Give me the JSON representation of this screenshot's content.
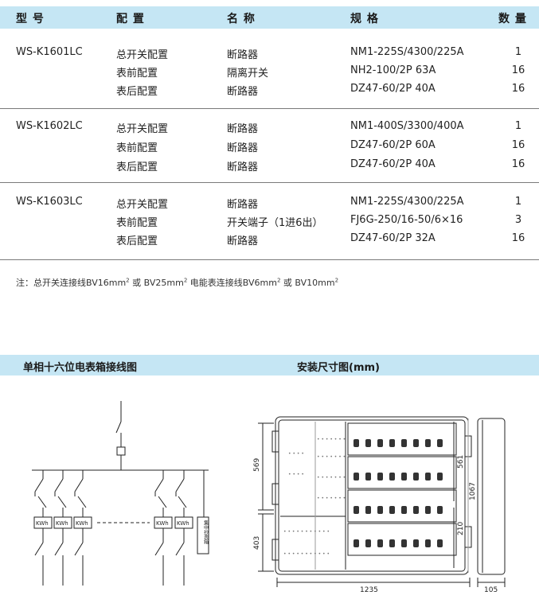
{
  "header": {
    "model": "型 号",
    "config": "配 置",
    "name": "名 称",
    "spec": "规 格",
    "qty": "数 量"
  },
  "groups": [
    {
      "model": "WS-K1601LC",
      "rows": [
        {
          "config": "总开关配置",
          "name": "断路器",
          "spec": "NM1-225S/4300/225A",
          "qty": "1"
        },
        {
          "config": "表前配置",
          "name": "隔离开关",
          "spec": "NH2-100/2P 63A",
          "qty": "16"
        },
        {
          "config": "表后配置",
          "name": "断路器",
          "spec": "DZ47-60/2P 40A",
          "qty": "16"
        }
      ]
    },
    {
      "model": "WS-K1602LC",
      "rows": [
        {
          "config": "总开关配置",
          "name": "断路器",
          "spec": "NM1-400S/3300/400A",
          "qty": "1"
        },
        {
          "config": "表前配置",
          "name": "断路器",
          "spec": "DZ47-60/2P 60A",
          "qty": "16"
        },
        {
          "config": "表后配置",
          "name": "断路器",
          "spec": "DZ47-60/2P 40A",
          "qty": "16"
        }
      ]
    },
    {
      "model": "WS-K1603LC",
      "rows": [
        {
          "config": "总开关配置",
          "name": "断路器",
          "spec": "NM1-225S/4300/225A",
          "qty": "1"
        },
        {
          "config": "表前配置",
          "name": "开关端子（1进6出）",
          "spec": "FJ6G-250/16-50/6×16",
          "qty": "3"
        },
        {
          "config": "表后配置",
          "name": "断路器",
          "spec": "DZ47-60/2P 32A",
          "qty": "16"
        }
      ]
    }
  ],
  "note": {
    "prefix": "注：总开关连接线BV16mm",
    "mid1": "或 BV25mm",
    "mid2": "电能表连接线BV6mm",
    "mid3": "或 BV10mm",
    "sup": "2"
  },
  "section": {
    "wiring_title": "单相十六位电表箱接线图",
    "dim_title": "安装尺寸图(mm)"
  },
  "wiring": {
    "meter_label": "KWh",
    "side_label": "集中抄表箱"
  },
  "dims": {
    "d569": "569",
    "d403": "403",
    "d561": "561",
    "d210": "210",
    "d1067": "1067",
    "d1235": "1235",
    "d105": "105"
  }
}
